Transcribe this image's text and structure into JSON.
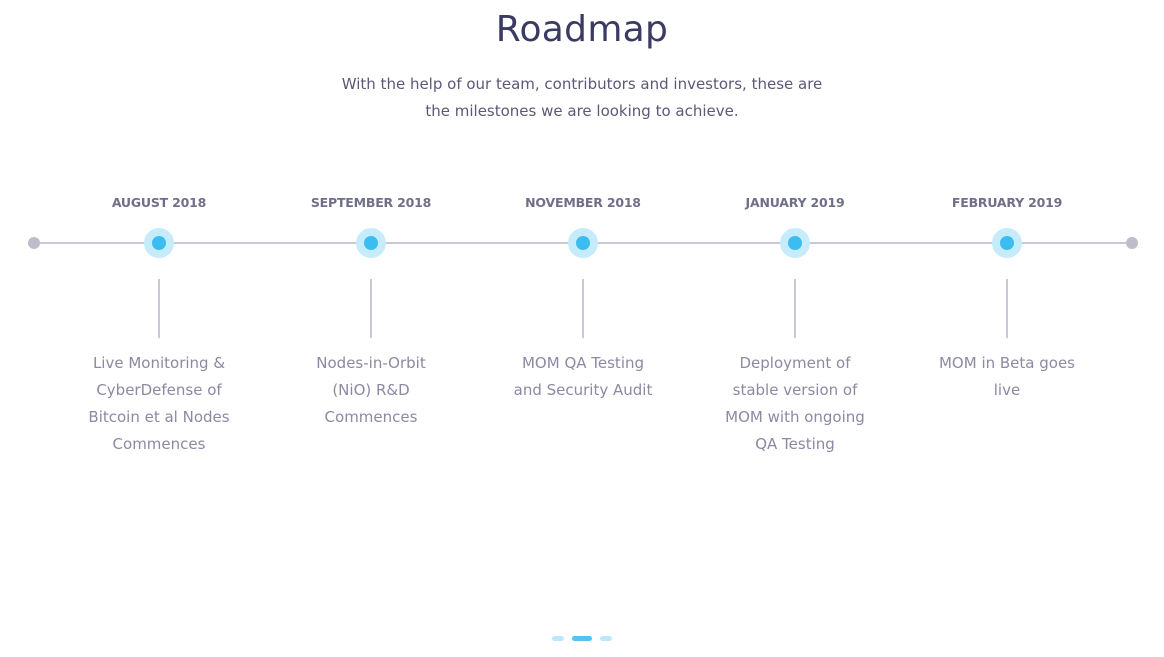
{
  "section": {
    "title": "Roadmap",
    "subtitle": "With the help of our team, contributors and investors, these are the milestones we are looking to achieve."
  },
  "colors": {
    "title": "#3a3a63",
    "accent": "#3cbdf2",
    "accent_halo": "#c6ecfb",
    "track": "#c8c8d6",
    "muted_text": "#8a8aa3"
  },
  "milestones": [
    {
      "date": "AUGUST 2018",
      "text": "Live Monitoring & CyberDefense of Bitcoin et al Nodes Commences"
    },
    {
      "date": "SEPTEMBER 2018",
      "text": "Nodes-in-Orbit (NiO) R&D Commences"
    },
    {
      "date": "NOVEMBER 2018",
      "text": "MOM QA Testing and Security Audit"
    },
    {
      "date": "JANUARY 2019",
      "text": "Deployment of stable version of MOM with ongoing QA Testing"
    },
    {
      "date": "FEBRUARY 2019",
      "text": "MOM in Beta goes live"
    }
  ],
  "pagination": {
    "total": 3,
    "active_index": 1
  }
}
